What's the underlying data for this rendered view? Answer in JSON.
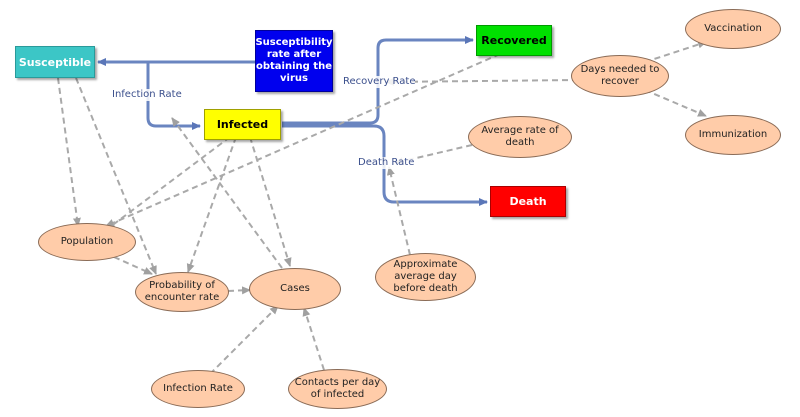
{
  "stocks": {
    "susceptible": "Susceptible",
    "infected": "Infected",
    "recovered": "Recovered",
    "death": "Death",
    "susceptibility": "Susceptibility rate after obtaining the virus"
  },
  "flows": {
    "infection_rate": "Infection Rate",
    "recovery_rate": "Recovery Rate",
    "death_rate": "Death Rate"
  },
  "variables": {
    "vaccination": "Vaccination",
    "days_needed": "Days needed to recover",
    "immunization": "Immunization",
    "avg_rate_death": "Average rate of death",
    "population": "Population",
    "probability": "Probability of encounter rate",
    "cases": "Cases",
    "approx_day": "Approximate average day before death",
    "infection_rate_var": "Infection Rate",
    "contacts": "Contacts per day of infected"
  },
  "colors": {
    "susceptible": "#3cc6c6",
    "infected": "#ffff00",
    "recovered": "#00e000",
    "death": "#ff0000",
    "susceptibility": "#0000ee",
    "flow": "#6a85c0",
    "link": "#a9a9a9",
    "variable": "#ffcca9"
  }
}
